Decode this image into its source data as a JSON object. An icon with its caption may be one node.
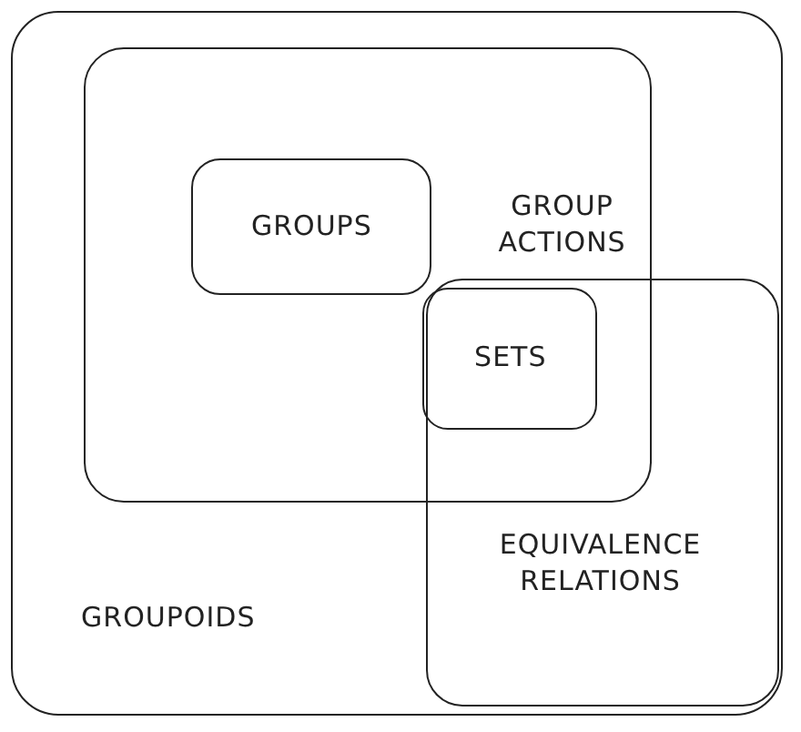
{
  "diagram": {
    "nodes": [
      {
        "text": [
          "GROUPOIDS"
        ]
      },
      {
        "text": [
          "GROUP ACTIONS"
        ],
        "in": 0
      },
      {
        "text": [
          "GROUPS"
        ],
        "in": 1
      },
      {
        "text": [
          "SETS"
        ]
      },
      {
        "text": [
          "EQUIVALENCE RELATIONS"
        ],
        "in": 0
      }
    ]
  }
}
